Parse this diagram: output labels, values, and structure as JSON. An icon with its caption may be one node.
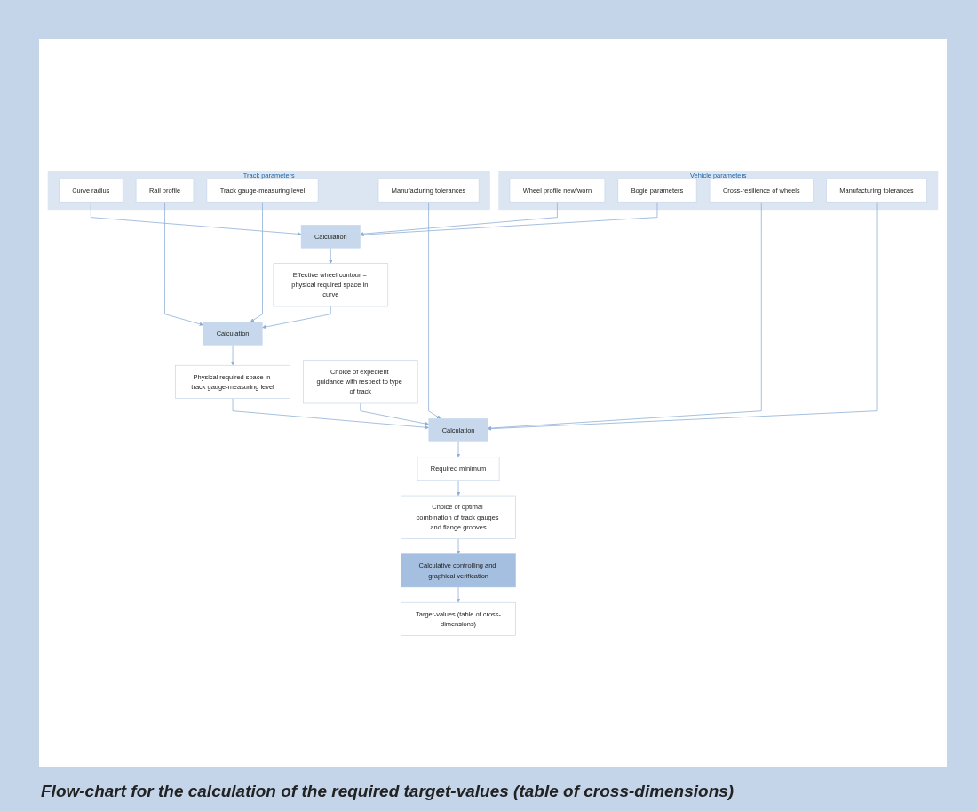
{
  "diagram": {
    "caption": "Flow-chart for the calculation of the required target-values (table of cross-dimensions)",
    "nodes": [
      {
        "text": [
          "Track parameters"
        ]
      },
      {
        "text": [
          "Curve radius"
        ],
        "in": 0
      },
      {
        "text": [
          "Rail profile"
        ],
        "in": 0
      },
      {
        "text": [
          "Track gauge-measuring level"
        ],
        "in": 0
      },
      {
        "text": [
          "Manufacturing tolerances"
        ],
        "in": 0
      },
      {
        "text": [
          "Calculation"
        ]
      },
      {
        "text": [
          "Effective wheel contour = physical required space in curve"
        ]
      },
      {
        "text": [
          "Calculation"
        ]
      },
      {
        "text": [
          "Physical required space in track gauge-measuring level"
        ]
      },
      {
        "text": [
          "Calculation"
        ]
      },
      {
        "text": [
          "Required minimum"
        ]
      },
      {
        "text": [
          "Choice of optimal combination of track gauges and flange grooves"
        ]
      },
      {
        "text": [
          "Calculative controlling and graphical verification"
        ]
      },
      {
        "text": [
          "Vehicle parameters"
        ]
      },
      {
        "text": [
          "Wheel profile new/worn"
        ],
        "in": 13
      },
      {
        "text": [
          "Bogie parameters"
        ],
        "in": 13
      },
      {
        "text": [
          "Cross-resilience of wheels"
        ],
        "in": 13
      },
      {
        "text": [
          "Manufacturing tolerances"
        ],
        "in": 13
      },
      {
        "text": [
          "Target-values (table of cross-dimensions)"
        ]
      },
      {
        "text": [
          "Choice of expedient guidance with respect to type of track"
        ]
      }
    ],
    "edges": [
      {
        "from": 1,
        "to": 5,
        "arrow": "to"
      },
      {
        "from": 14,
        "to": 5,
        "arrow": "to"
      },
      {
        "from": 15,
        "to": 5,
        "arrow": "to"
      },
      {
        "from": 5,
        "to": 6,
        "arrow": "to"
      },
      {
        "from": 6,
        "to": 7,
        "arrow": "to"
      },
      {
        "from": 2,
        "to": 7,
        "arrow": "to"
      },
      {
        "from": 3,
        "to": 7,
        "arrow": "to"
      },
      {
        "from": 7,
        "to": 8,
        "arrow": "to"
      },
      {
        "from": 8,
        "to": 9,
        "arrow": "to"
      },
      {
        "from": 4,
        "to": 9,
        "arrow": "to"
      },
      {
        "from": 16,
        "to": 9,
        "arrow": "to"
      },
      {
        "from": 17,
        "to": 9,
        "arrow": "to"
      },
      {
        "from": 19,
        "to": 9,
        "arrow": "to"
      },
      {
        "from": 9,
        "to": 10,
        "arrow": "to"
      },
      {
        "from": 10,
        "to": 11,
        "arrow": "to"
      },
      {
        "from": 11,
        "to": 12,
        "arrow": "to"
      },
      {
        "from": 12,
        "to": 18,
        "arrow": "to"
      }
    ]
  }
}
